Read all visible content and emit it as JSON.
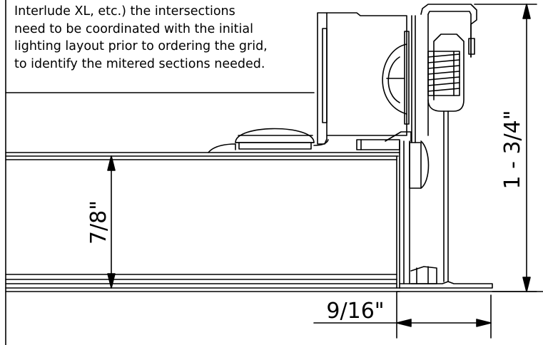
{
  "note": {
    "lines": [
      "Interlude XL, etc.) the intersections",
      "need to be coordinated with the initial",
      "lighting layout prior to ordering the grid,",
      "to identify the mitered sections needed."
    ]
  },
  "dimensions": {
    "overall_height": "1 - 3/4\"",
    "flange_height": "7/8\"",
    "face_width": "9/16\""
  },
  "colors": {
    "line": "#000000",
    "background": "#ffffff"
  }
}
